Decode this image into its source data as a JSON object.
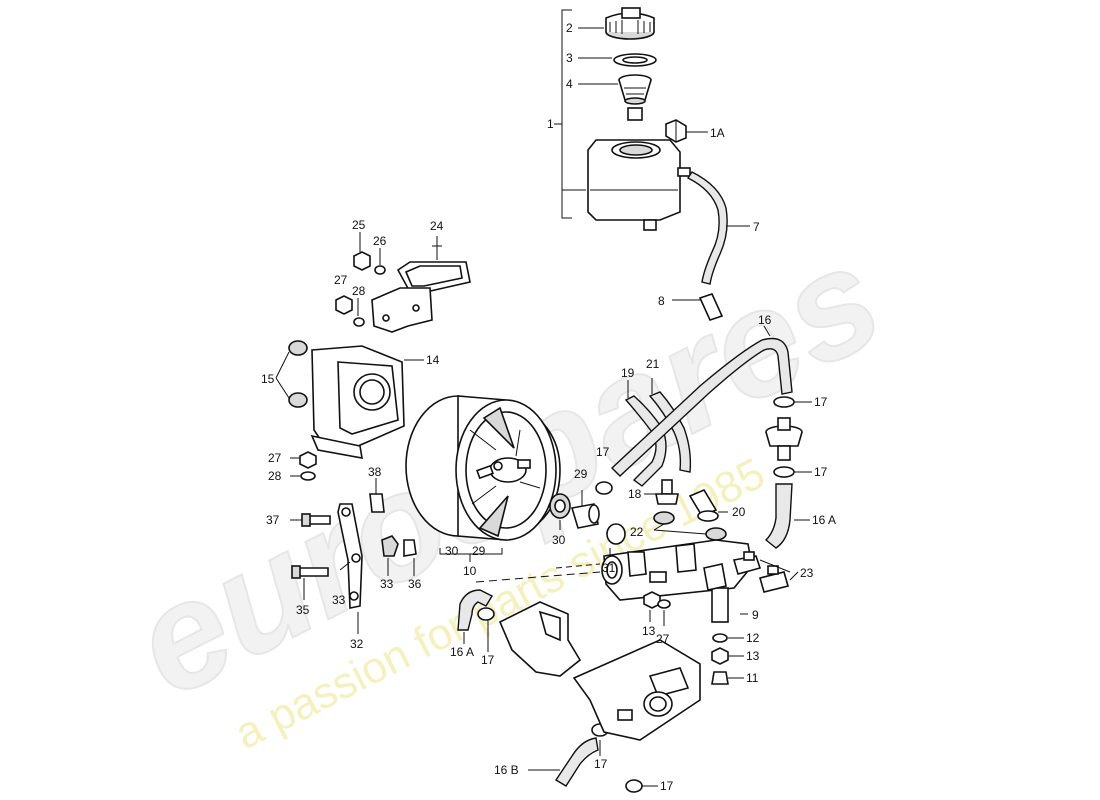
{
  "watermark": {
    "logo_text": "eurospares",
    "tagline": "a passion for parts since 1985",
    "tagline_color": "#f0e9a0"
  },
  "callouts": [
    {
      "id": "c1",
      "text": "1"
    },
    {
      "id": "c2",
      "text": "2"
    },
    {
      "id": "c3",
      "text": "3"
    },
    {
      "id": "c4",
      "text": "4"
    },
    {
      "id": "c1a",
      "text": "1A"
    },
    {
      "id": "c7",
      "text": "7"
    },
    {
      "id": "c8",
      "text": "8"
    },
    {
      "id": "c24",
      "text": "24"
    },
    {
      "id": "c25",
      "text": "25"
    },
    {
      "id": "c26",
      "text": "26"
    },
    {
      "id": "c27a",
      "text": "27"
    },
    {
      "id": "c28a",
      "text": "28"
    },
    {
      "id": "c14",
      "text": "14"
    },
    {
      "id": "c15",
      "text": "15"
    },
    {
      "id": "c16",
      "text": "16"
    },
    {
      "id": "c19",
      "text": "19"
    },
    {
      "id": "c21",
      "text": "21"
    },
    {
      "id": "c17a",
      "text": "17"
    },
    {
      "id": "c17b",
      "text": "17"
    },
    {
      "id": "c17c",
      "text": "17"
    },
    {
      "id": "c27b",
      "text": "27"
    },
    {
      "id": "c28b",
      "text": "28"
    },
    {
      "id": "c38",
      "text": "38"
    },
    {
      "id": "c37",
      "text": "37"
    },
    {
      "id": "c29a",
      "text": "29"
    },
    {
      "id": "c18",
      "text": "18"
    },
    {
      "id": "c20",
      "text": "20"
    },
    {
      "id": "c16a1",
      "text": "16 A"
    },
    {
      "id": "c22",
      "text": "22"
    },
    {
      "id": "c30a",
      "text": "30"
    },
    {
      "id": "c30b",
      "text": "30"
    },
    {
      "id": "c29b",
      "text": "29"
    },
    {
      "id": "c10",
      "text": "10"
    },
    {
      "id": "c23",
      "text": "23"
    },
    {
      "id": "c31",
      "text": "31"
    },
    {
      "id": "c33a",
      "text": "33"
    },
    {
      "id": "c36",
      "text": "36"
    },
    {
      "id": "c33b",
      "text": "33"
    },
    {
      "id": "c35",
      "text": "35"
    },
    {
      "id": "c32",
      "text": "32"
    },
    {
      "id": "c9",
      "text": "9"
    },
    {
      "id": "c16a2",
      "text": "16 A"
    },
    {
      "id": "c17d",
      "text": "17"
    },
    {
      "id": "c13a",
      "text": "13"
    },
    {
      "id": "c27c",
      "text": "27"
    },
    {
      "id": "c12",
      "text": "12"
    },
    {
      "id": "c13b",
      "text": "13"
    },
    {
      "id": "c11",
      "text": "11"
    },
    {
      "id": "c16b",
      "text": "16 B"
    },
    {
      "id": "c17e",
      "text": "17"
    },
    {
      "id": "c17f",
      "text": "17"
    }
  ]
}
